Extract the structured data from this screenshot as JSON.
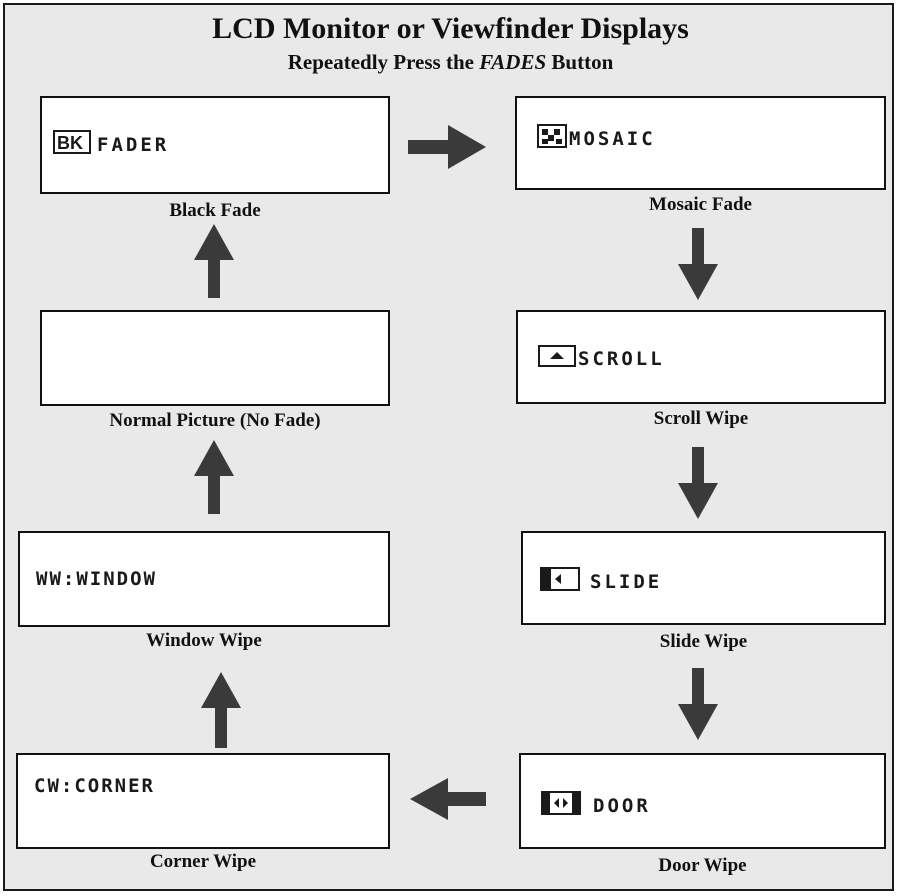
{
  "title": "LCD Monitor or Viewfinder Displays",
  "subtitle": {
    "prefix": "Repeatedly Press the ",
    "button": "FADES",
    "suffix": " Button"
  },
  "panels": {
    "black_fade": {
      "readout": "FADER",
      "icon_text": "BK",
      "icon": "black-fade-icon",
      "caption": "Black Fade"
    },
    "mosaic_fade": {
      "readout": "MOSAIC",
      "icon": "mosaic-icon",
      "caption": "Mosaic Fade"
    },
    "normal_picture": {
      "readout": "",
      "caption": "Normal Picture (No Fade)"
    },
    "scroll_wipe": {
      "readout": "SCROLL",
      "icon": "scroll-up-icon",
      "caption": "Scroll Wipe"
    },
    "window_wipe": {
      "readout": "WW:WINDOW",
      "caption": "Window Wipe"
    },
    "slide_wipe": {
      "readout": "SLIDE",
      "icon": "slide-left-icon",
      "caption": "Slide Wipe"
    },
    "corner_wipe": {
      "readout": "CW:CORNER",
      "caption": "Corner Wipe"
    },
    "door_wipe": {
      "readout": "DOOR",
      "icon": "door-open-icon",
      "caption": "Door Wipe"
    }
  },
  "colors": {
    "background": "#e9e9e9",
    "border": "#111111",
    "arrow": "#3a3a3a",
    "screen": "#ffffff"
  }
}
